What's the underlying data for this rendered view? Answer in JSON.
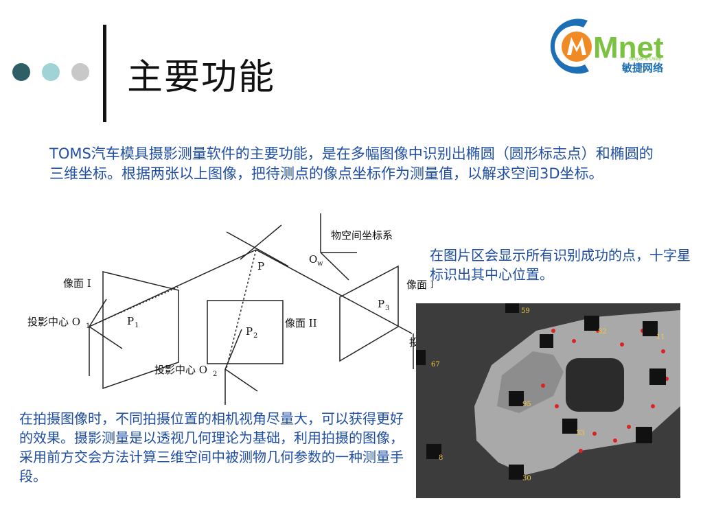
{
  "colors": {
    "dot1": "#2f5f66",
    "dot2": "#9fd3d6",
    "dot3": "#c8c8c8",
    "text_blue": "#1f4ea3",
    "logo_blue": "#1d6fb5",
    "logo_green": "#7cc242",
    "logo_orange": "#f08a24"
  },
  "slide": {
    "title": "主要功能",
    "intro": "TOMS汽车模具摄影测量软件的主要功能，是在多幅图像中识别出椭圆（圆形标志点）和椭圆的三维坐标。根据两张以上图像，把待测点的像点坐标作为测量值，以解求空间3D坐标。",
    "caption_right": "在图片区会显示所有识别成功的点，十字星标识出其中心位置。",
    "caption_left": "在拍摄图像时，不同拍摄位置的相机视角尽量大，可以获得更好的效果。摄影测量是以透视几何理论为基础，利用拍摄的图像，采用前方交会方法计算三维空间中被测物几何参数的一种测量手段。"
  },
  "logo": {
    "brand": "Mnet",
    "tagline": "Simple & Utility",
    "cn": "敏捷网络"
  },
  "diagram": {
    "object_axis": "物空间坐标系",
    "ow": "O",
    "ow_sub": "w",
    "p": "P",
    "plane1": "像面 I",
    "plane2": "像面 II",
    "plane3": "像面 III",
    "center1": "投影中心 O",
    "center1_sub": "1",
    "center2": "投影中心 O",
    "center2_sub": "2",
    "center3_partial": "投",
    "p1": "P",
    "p1_sub": "1",
    "p2": "P",
    "p2_sub": "2",
    "p3": "P",
    "p3_sub": "3"
  },
  "photo_labels": [
    "59",
    "82",
    "11",
    "67",
    "95",
    "33",
    "8",
    "30"
  ]
}
